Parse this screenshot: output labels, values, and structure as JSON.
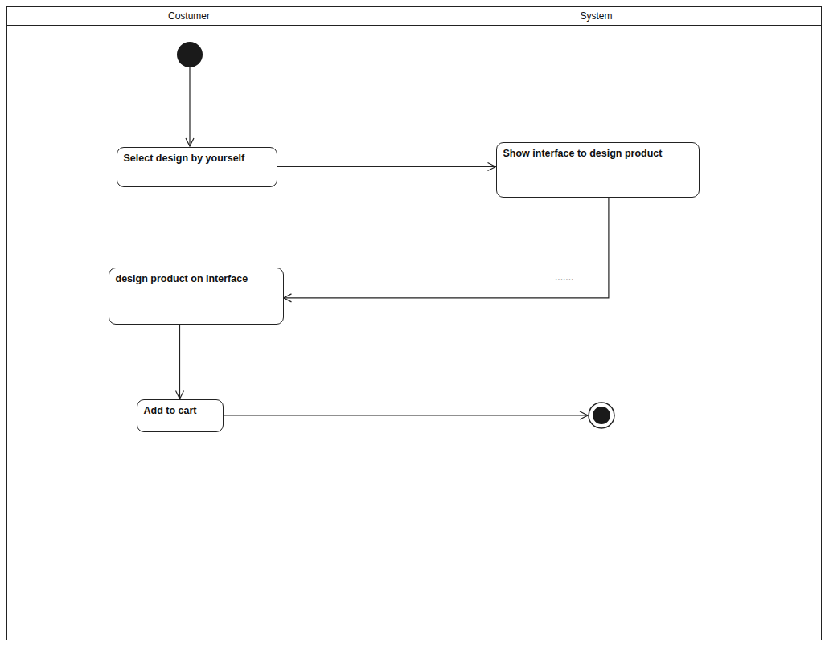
{
  "diagram": {
    "nodes": [
      {
        "text": [
          "Costumer"
        ]
      },
      {
        "text": [
          "System"
        ]
      },
      {
        "text": [
          "Select design by yourself"
        ],
        "in": 0
      },
      {
        "text": [
          "Show interface to design product"
        ],
        "in": 1
      },
      {
        "text": [
          "design product on interface"
        ],
        "in": 0
      },
      {
        "text": [
          "Add to cart"
        ],
        "in": 0
      }
    ],
    "edges": [
      {
        "from": 2,
        "to": 3,
        "arrow": "to"
      },
      {
        "from": 3,
        "to": 4,
        "arrow": "to"
      },
      {
        "from": 4,
        "to": 5,
        "arrow": "to"
      }
    ],
    "labels": [
      "......."
    ]
  }
}
